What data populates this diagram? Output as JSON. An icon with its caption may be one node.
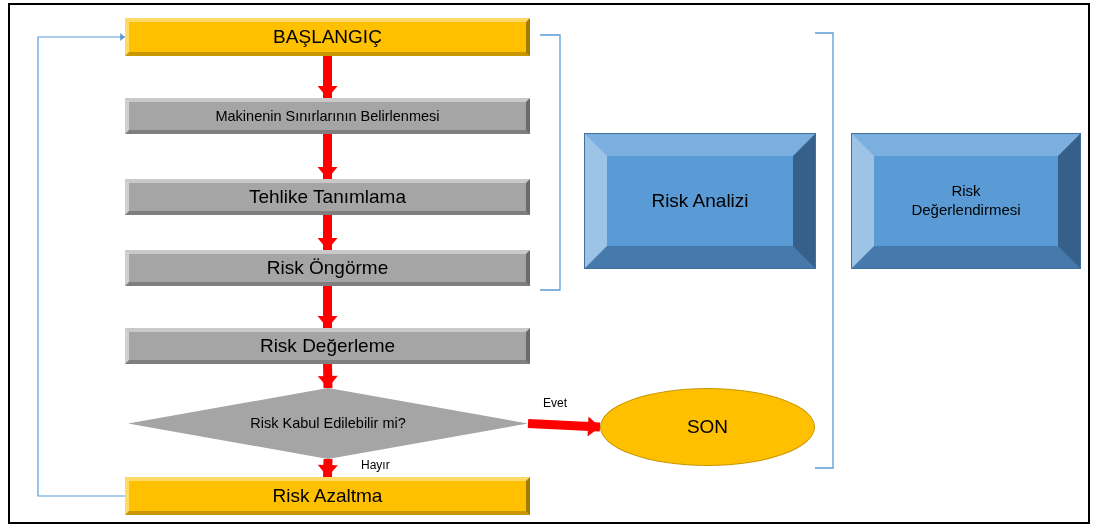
{
  "diagram": {
    "nodes": [
      {
        "text": [
          "BAŞLANGIÇ"
        ]
      },
      {
        "text": [
          "Makinenin Sınırlarının Belirlenmesi"
        ]
      },
      {
        "text": [
          "Tehlike Tanımlama"
        ]
      },
      {
        "text": [
          "Risk Öngörme"
        ]
      },
      {
        "text": [
          "Risk Değerleme"
        ]
      },
      {
        "text": [
          "Risk Kabul Edilebilir mi?"
        ]
      },
      {
        "text": [
          "Risk Azaltma"
        ]
      },
      {
        "text": [
          "SON"
        ]
      },
      {
        "text": [
          "Risk Analizi"
        ]
      },
      {
        "text": [
          "Risk Değerlendirmesi"
        ]
      }
    ],
    "edges": [
      {
        "from": 0,
        "to": 1,
        "arrow": "to"
      },
      {
        "from": 1,
        "to": 2,
        "arrow": "to"
      },
      {
        "from": 2,
        "to": 3,
        "arrow": "to"
      },
      {
        "from": 3,
        "to": 4,
        "arrow": "to"
      },
      {
        "from": 4,
        "to": 5,
        "arrow": "to"
      },
      {
        "from": 5,
        "to": 6,
        "label": "Hayır",
        "arrow": "to"
      },
      {
        "from": 5,
        "to": 7,
        "label": "Evet",
        "arrow": "to"
      },
      {
        "from": 6,
        "to": 0,
        "arrow": "to",
        "color": "#5b9bd5"
      }
    ]
  }
}
